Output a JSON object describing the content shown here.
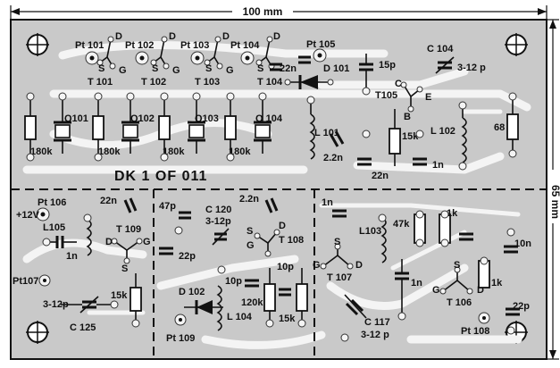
{
  "dimensions": {
    "width_label": "100 mm",
    "height_label": "65 mm"
  },
  "board_title": "DK 1 OF 011",
  "sections": {
    "top": {
      "test_points": [
        "Pt 101",
        "Pt 102",
        "Pt 103",
        "Pt 104",
        "Pt 105"
      ],
      "transistors": [
        "T 101",
        "T 102",
        "T 103",
        "T 104",
        "T105"
      ],
      "pin_labels": {
        "d": "D",
        "s": "S",
        "g": "G",
        "c": "C",
        "b": "B",
        "e": "E"
      },
      "diode": "D 101",
      "capacitors": [
        "22n",
        "15p",
        "C 104",
        "3-12 p",
        "2.2n",
        "22n",
        "1n"
      ],
      "resistors": [
        "180k",
        "180k",
        "180k",
        "180k",
        "15k",
        "68"
      ],
      "crystals": [
        "Q101",
        "Q102",
        "Q103",
        "Q 104"
      ],
      "inductors": [
        "L 101",
        "L 102"
      ]
    },
    "bottom_left": {
      "test_points": [
        "Pt 106",
        "Pt107"
      ],
      "supply": "+12V",
      "inductor": "L105",
      "transistor": "T 109",
      "capacitors": [
        "22n",
        "1n",
        "3-12p",
        "C 125"
      ],
      "resistor": "15k"
    },
    "bottom_mid": {
      "capacitors": [
        "47p",
        "C 120",
        "3-12p",
        "2.2n",
        "22p",
        "10p",
        "10p"
      ],
      "transistor": "T 108",
      "diode": "D 102",
      "inductor": "L 104",
      "test_point": "Pt 109",
      "resistors": [
        "120k",
        "15k"
      ]
    },
    "bottom_right": {
      "capacitors": [
        "1n",
        "1n",
        "10n",
        "22p",
        "C 117",
        "3-12 p"
      ],
      "resistors": [
        "47k",
        "1k",
        "1k"
      ],
      "inductor": "L103",
      "transistors": [
        "T 107",
        "T 106"
      ],
      "test_point": "Pt 108"
    }
  }
}
